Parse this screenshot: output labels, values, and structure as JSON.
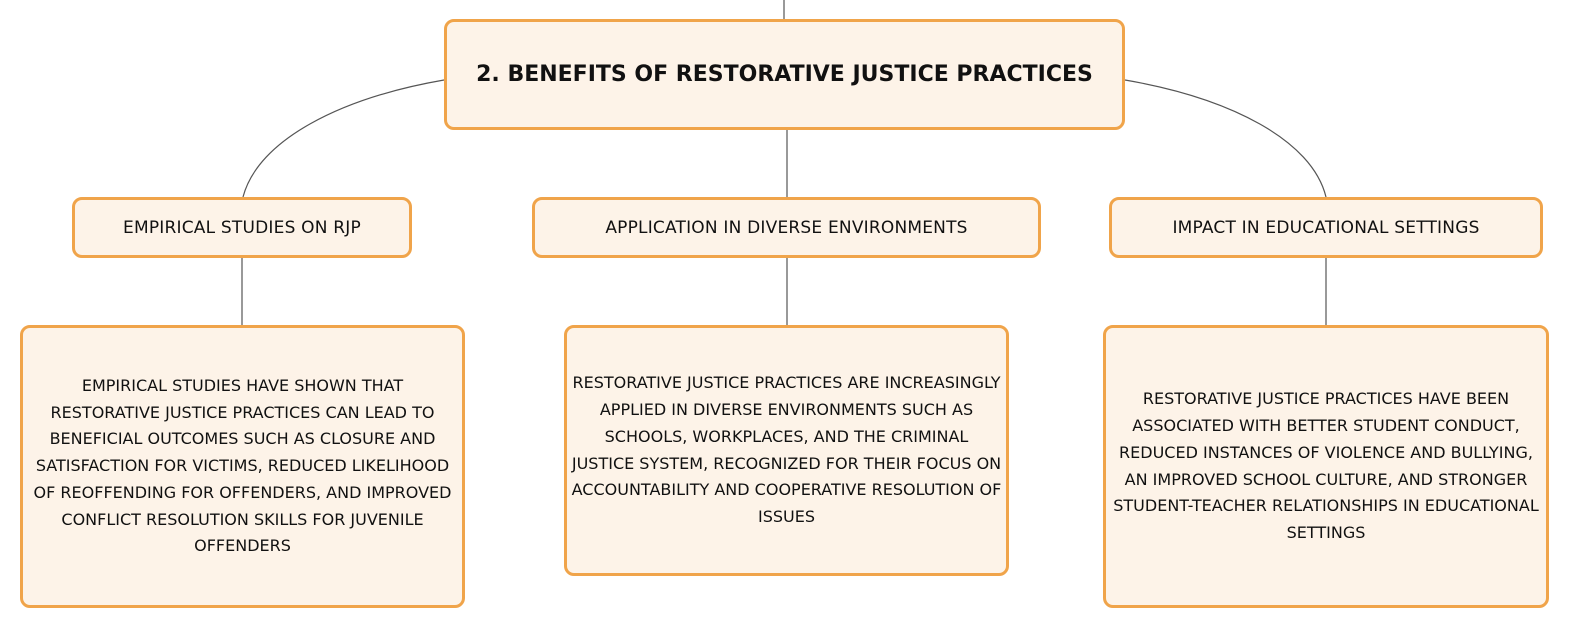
{
  "diagram": {
    "root": {
      "label": "2. BENEFITS OF RESTORATIVE JUSTICE PRACTICES"
    },
    "branches": [
      {
        "label": "EMPIRICAL STUDIES ON RJP",
        "detail": "EMPIRICAL STUDIES HAVE SHOWN THAT RESTORATIVE JUSTICE PRACTICES CAN LEAD TO BENEFICIAL OUTCOMES SUCH AS CLOSURE AND SATISFACTION FOR VICTIMS, REDUCED LIKELIHOOD OF REOFFENDING FOR OFFENDERS, AND IMPROVED CONFLICT RESOLUTION SKILLS FOR JUVENILE OFFENDERS"
      },
      {
        "label": "APPLICATION IN DIVERSE ENVIRONMENTS",
        "detail": "RESTORATIVE JUSTICE PRACTICES ARE INCREASINGLY APPLIED IN DIVERSE ENVIRONMENTS SUCH AS SCHOOLS, WORKPLACES, AND THE CRIMINAL JUSTICE SYSTEM, RECOGNIZED FOR THEIR FOCUS ON ACCOUNTABILITY AND COOPERATIVE RESOLUTION OF ISSUES"
      },
      {
        "label": "IMPACT IN EDUCATIONAL SETTINGS",
        "detail": "RESTORATIVE JUSTICE PRACTICES HAVE BEEN ASSOCIATED WITH BETTER STUDENT CONDUCT, REDUCED INSTANCES OF VIOLENCE AND BULLYING, AN IMPROVED SCHOOL CULTURE, AND STRONGER STUDENT-TEACHER RELATIONSHIPS IN EDUCATIONAL SETTINGS"
      }
    ],
    "colors": {
      "node_fill": "#fdf3e8",
      "node_border": "#f0a44a",
      "connector": "#555555",
      "text": "#111111"
    }
  }
}
